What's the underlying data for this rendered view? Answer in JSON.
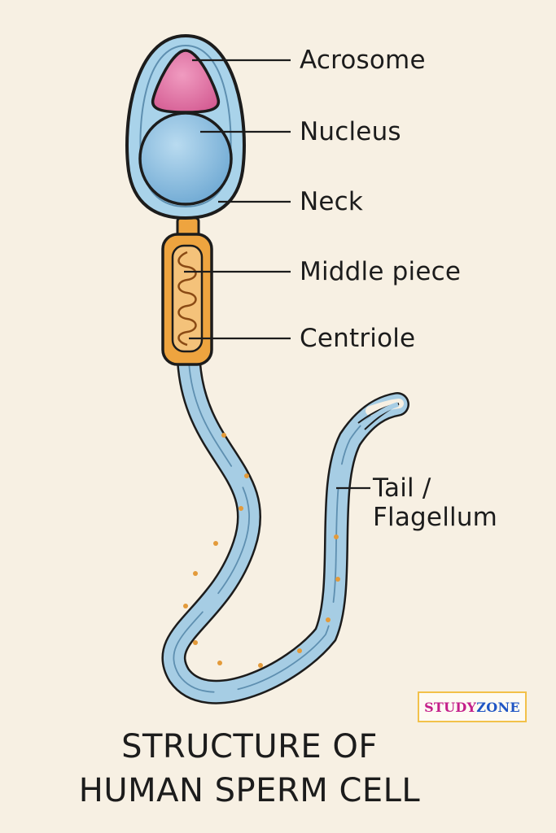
{
  "labels": {
    "acrosome": "Acrosome",
    "nucleus": "Nucleus",
    "neck": "Neck",
    "middle_piece": "Middle piece",
    "centriole": "Centriole",
    "tail_line1": "Tail /",
    "tail_line2": "Flagellum"
  },
  "title": {
    "line1": "STRUCTURE OF",
    "line2": "HUMAN SPERM CELL"
  },
  "logo": {
    "part1": "STUDY",
    "part2": "ZONE",
    "color1": "#c41f8a",
    "color2": "#1f55c4",
    "border_color": "#f2c14a"
  },
  "colors": {
    "background": "#f7f0e3",
    "head": "#a9d3ea",
    "acrosome": "#e277a6",
    "nucleus": "#7fb7dd",
    "middle_piece": "#eea43f",
    "tail": "#a6cde4",
    "outline": "#1c1c1c"
  }
}
